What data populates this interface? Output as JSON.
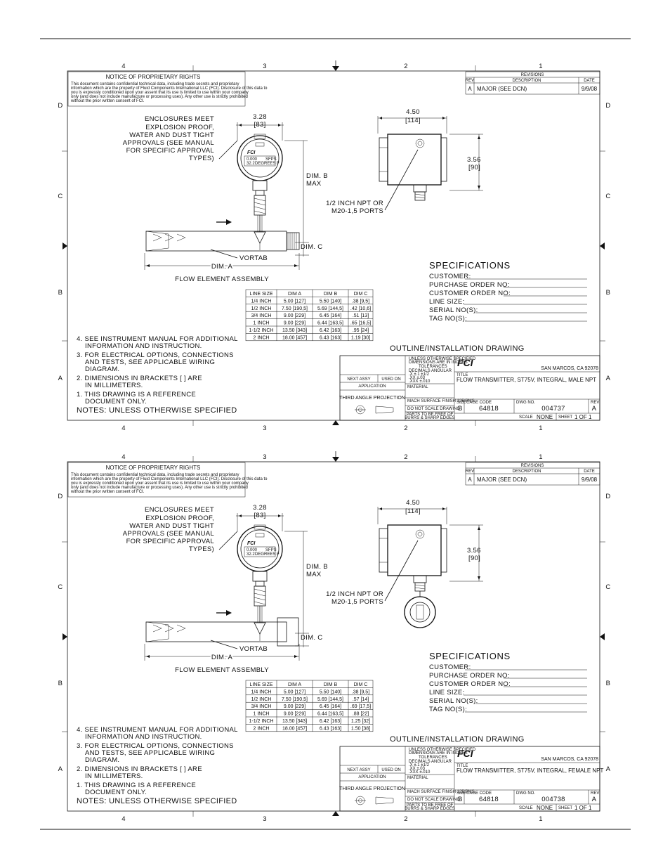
{
  "border": {
    "cols": [
      "4",
      "3",
      "2",
      "1"
    ],
    "rows": [
      "D",
      "C",
      "B",
      "A"
    ]
  },
  "notice": {
    "title": "NOTICE OF PROPRIETARY RIGHTS",
    "lines": [
      "This document contains confidential technical data, including trade secrets and proprietary",
      "information which are the property of Fluid Components International LLC (FCI). Disclosure of this data to",
      "you is expressly conditioned upon your assent that its use is limited to use within your company",
      "only (and does not include manufacture or processing uses). Any other use is strictly prohibited",
      "without the prior written consent of FCI."
    ]
  },
  "revisions": {
    "title": "REVISIONS",
    "headers": [
      "REV",
      "DESCRIPTION",
      "DATE"
    ],
    "row": [
      "A",
      "MAJOR (SEE DCN)",
      "9/9/08"
    ]
  },
  "enclosure_note": [
    "ENCLOSURES MEET",
    "EXPLOSION PROOF,",
    "WATER AND DUST TIGHT",
    "APPROVALS (SEE MANUAL",
    "FOR SPECIFIC APPROVAL",
    "TYPES)"
  ],
  "dims": {
    "width_front": "3.28",
    "width_front_mm": "[83]",
    "width_side": "4.50",
    "width_side_mm": "[114]",
    "height_side": "3.56",
    "height_side_mm": "[90]",
    "dim_b": "DIM. B",
    "max": "MAX",
    "dim_c": "DIM. C",
    "dim_a": "DIM. A",
    "vortab": "VORTAB",
    "assembly": "FLOW ELEMENT ASSEMBLY"
  },
  "ports_note": [
    "1/2 INCH NPT OR",
    "M20-1,5 PORTS"
  ],
  "display": {
    "l1": "0.000",
    "l2": "SFPS",
    "l3": "32.2",
    "l4": "DEGREES F"
  },
  "specs": {
    "title": "SPECIFICATIONS",
    "fields": [
      "CUSTOMER:",
      "PURCHASE ORDER NO:",
      "CUSTOMER ORDER NO:",
      "LINE SIZE:",
      "SERIAL NO(S):",
      "TAG NO(S):"
    ]
  },
  "notes": {
    "items": [
      [
        "4. SEE INSTRUMENT MANUAL FOR ADDITIONAL",
        "INFORMATION AND INSTRUCTION."
      ],
      [
        "3. FOR ELECTRICAL OPTIONS, CONNECTIONS",
        "AND TESTS, SEE APPLICABLE WIRING",
        "DIAGRAM."
      ],
      [
        "2. DIMENSIONS IN BRACKETS [ ] ARE",
        "IN MILLIMETERS."
      ],
      [
        "1. THIS DRAWING IS A REFERENCE",
        "DOCUMENT ONLY."
      ]
    ],
    "footer": "NOTES: UNLESS OTHERWISE SPECIFIED"
  },
  "outline_title": "OUTLINE/INSTALLATION DRAWING",
  "title_block": {
    "next_assy": "NEXT ASSY",
    "used_on": "USED ON",
    "application": "APPLICATION",
    "third_angle": "THIRD ANGLE PROJECTION",
    "tolerance_lines": [
      "UNLESS OTHERWISE SPECIFIED",
      "DIMENSIONS ARE IN INCHES",
      "TOLERANCES",
      "DECIMALS    ANGULAR",
      ".X   ±.1      ±1/2",
      ".XX  ±.03",
      ".XXX ±.010"
    ],
    "material": "MATERIAL",
    "finish": "MACH SURFACE FINISH 125 RMS",
    "dnsd": "DO NOT SCALE DRAWING",
    "burrs": [
      "PARTS TO BE FREE OF",
      "BURRS & SHARP EDGES"
    ],
    "company_logo": "FCI",
    "city": "SAN MARCOS, CA 92078",
    "title_label": "TITLE",
    "size_label": "SIZE",
    "size": "B",
    "cage_label": "CAGE CODE",
    "cage": "64818",
    "dwg_label": "DWG NO.",
    "rev_label": "REV",
    "rev": "A",
    "scale_label": "SCALE",
    "scale": "NONE",
    "sheet_label": "SHEET",
    "sheet": "1  OF  1"
  },
  "drawings": [
    {
      "dwg_title": "FLOW TRANSMITTER, ST75V, INTEGRAL, MALE NPT",
      "dwg_no": "004737",
      "table": {
        "headers": [
          "LINE SIZE",
          "DIM A",
          "DIM B",
          "DIM C"
        ],
        "rows": [
          [
            "1/4 INCH",
            "5.00 [127]",
            "5.50 [140]",
            ".38 [9,5]"
          ],
          [
            "1/2 INCH",
            "7.50 [190,5]",
            "5.69 [144,5]",
            ".42 [10,6]"
          ],
          [
            "3/4 INCH",
            "9.00 [229]",
            "6.45 [164]",
            ".51 [13]"
          ],
          [
            "1 INCH",
            "9.00 [229]",
            "6.44 [163,5]",
            ".65 [16,5]"
          ],
          [
            "1-1/2 INCH",
            "13.50 [343]",
            "6.42 [163]",
            ".95 [24]"
          ],
          [
            "2 INCH",
            "18.00 [457]",
            "6.43 [163]",
            "1.19 [30]"
          ]
        ]
      }
    },
    {
      "dwg_title": "FLOW TRANSMITTER, ST75V, INTEGRAL, FEMALE NPT",
      "dwg_no": "004738",
      "table": {
        "headers": [
          "LINE SIZE",
          "DIM A",
          "DIM B",
          "DIM C"
        ],
        "rows": [
          [
            "1/4 INCH",
            "5.00 [127]",
            "5.50 [140]",
            ".38 [9,5]"
          ],
          [
            "1/2 INCH",
            "7.50 [190,5]",
            "5.69 [144,5]",
            ".57 [14]"
          ],
          [
            "3/4 INCH",
            "9.00 [229]",
            "6.45 [164]",
            ".69 [17,5]"
          ],
          [
            "1 INCH",
            "9.00 [229]",
            "6.44 [163,5]",
            ".88 [22]"
          ],
          [
            "1-1/2 INCH",
            "13.50 [343]",
            "6.42 [163]",
            "1.25 [32]"
          ],
          [
            "2 INCH",
            "18.00 [457]",
            "6.43 [163]",
            "1.50 [38]"
          ]
        ]
      }
    }
  ]
}
